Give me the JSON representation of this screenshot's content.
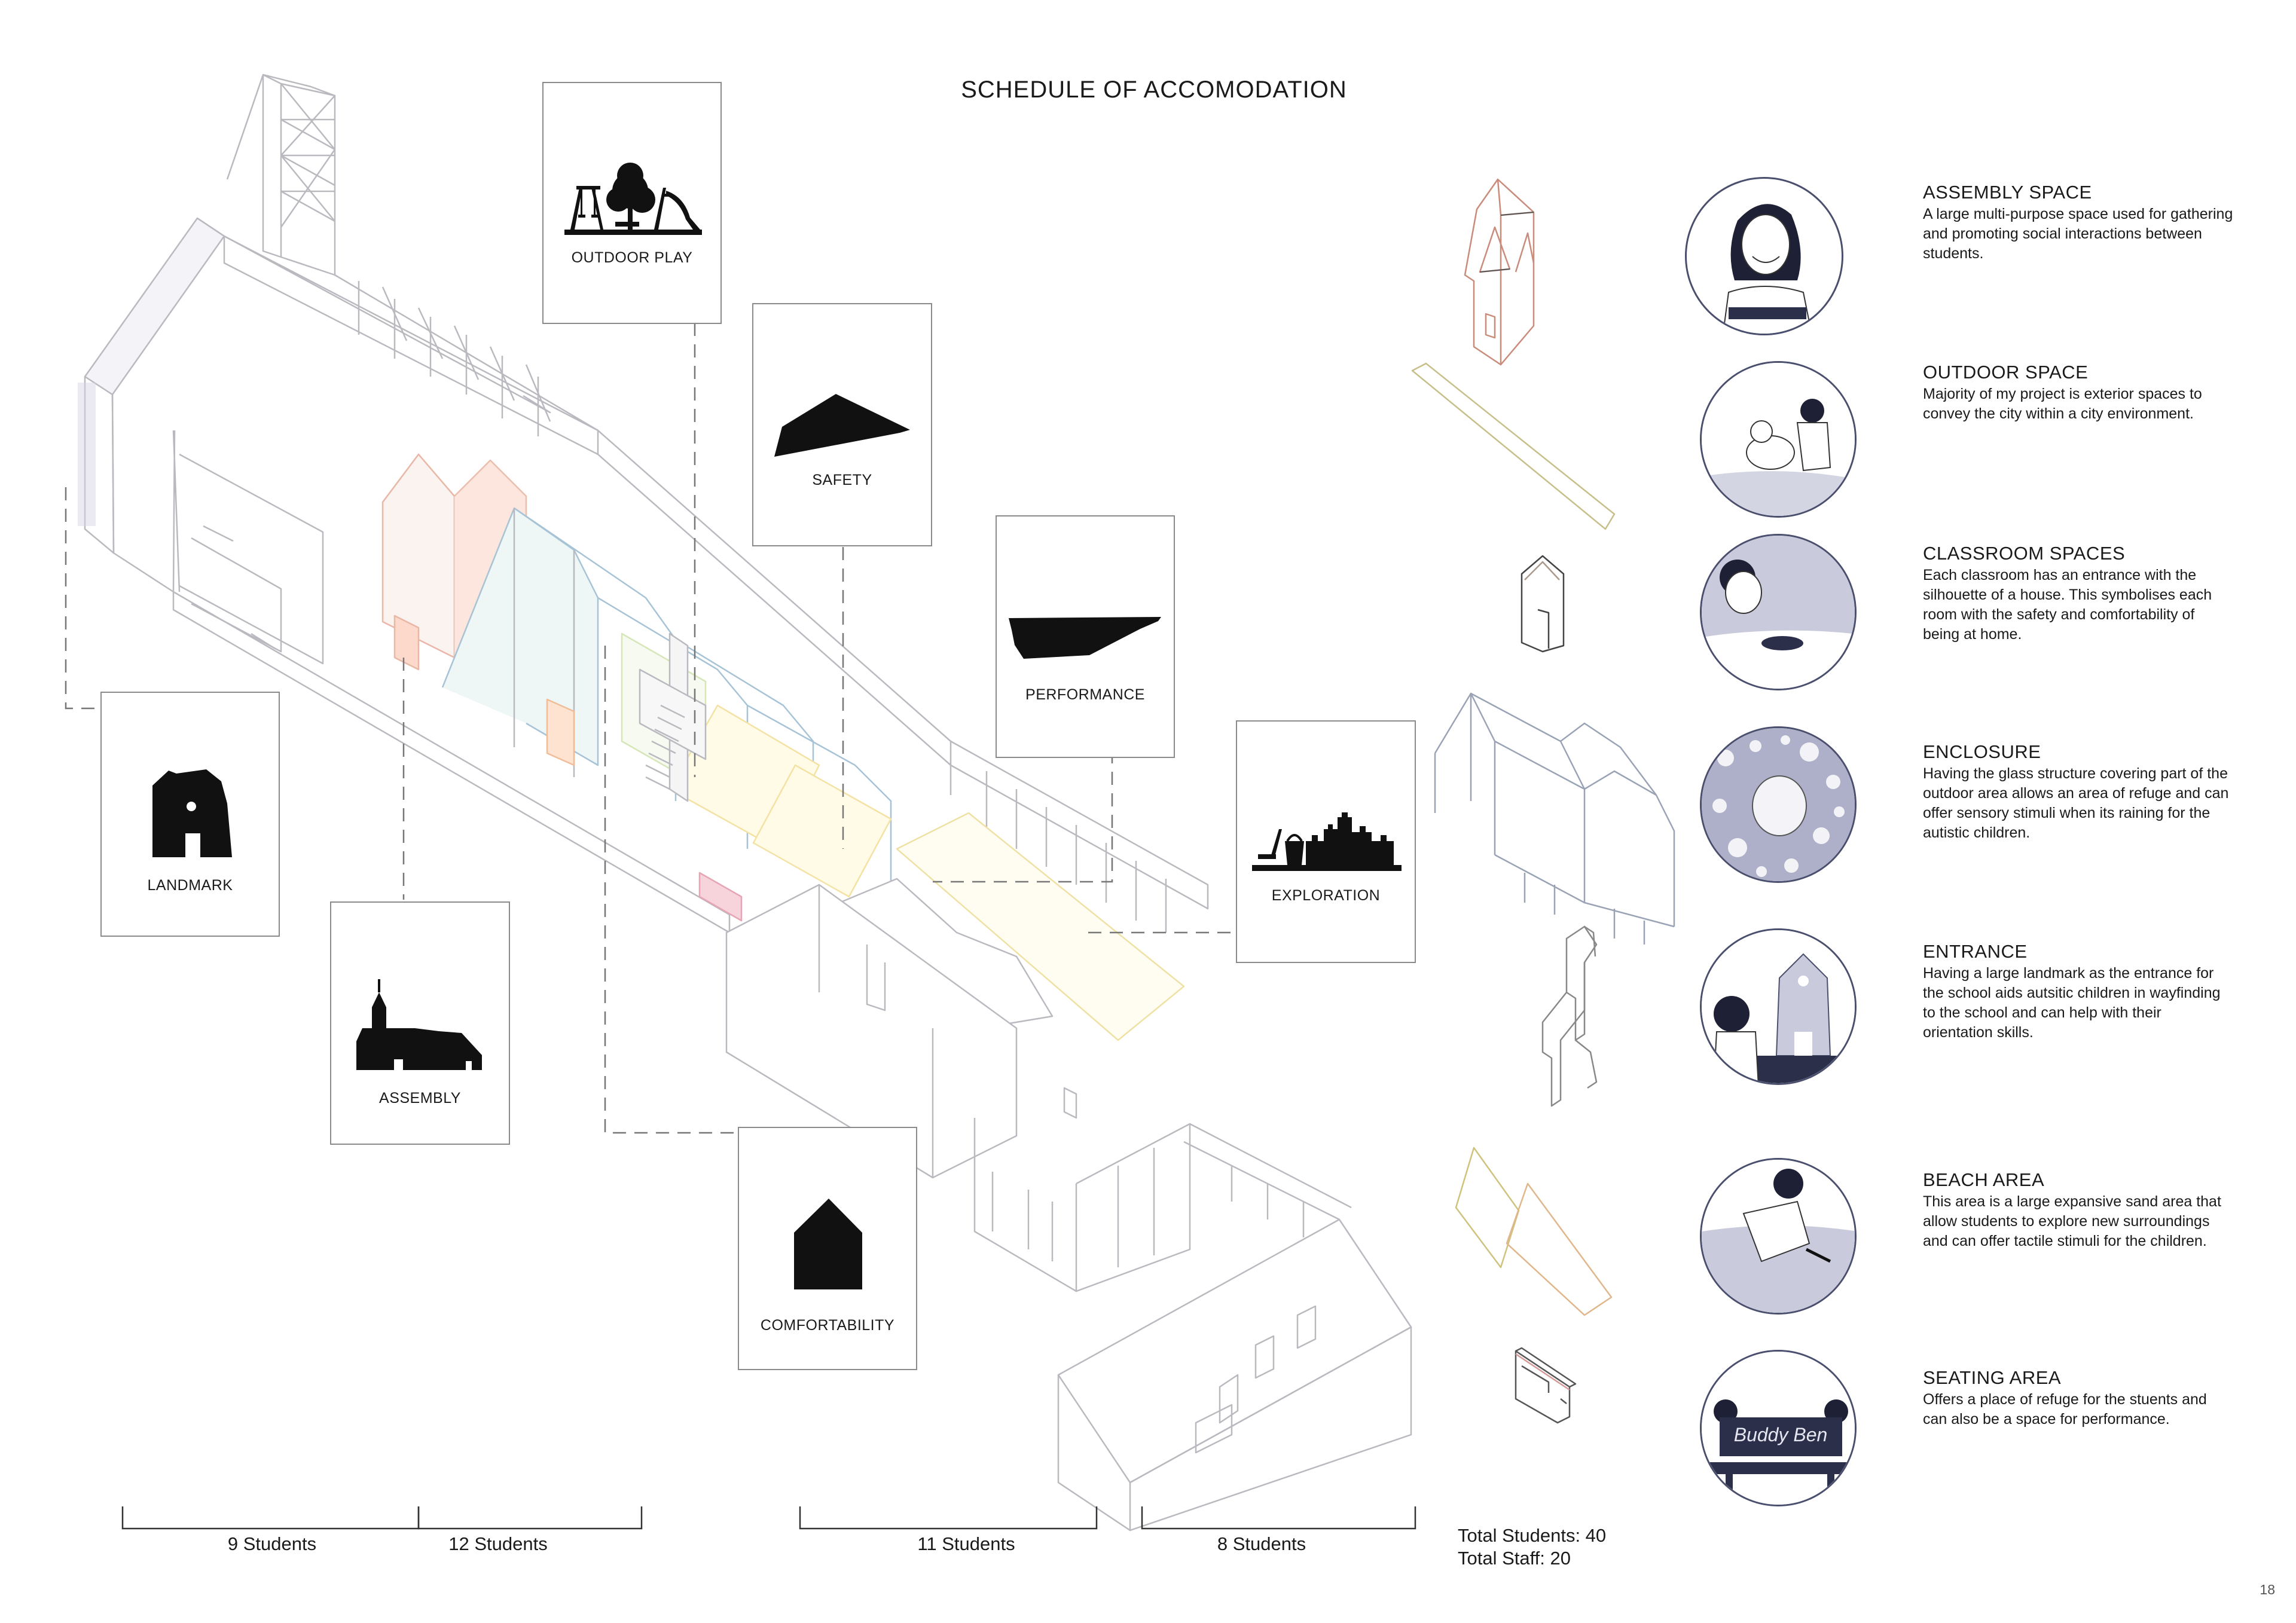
{
  "title": "SCHEDULE OF ACCOMODATION",
  "page_number": "18",
  "icon_cards": [
    {
      "id": "outdoor-play",
      "label": "OUTDOOR PLAY"
    },
    {
      "id": "safety",
      "label": "SAFETY"
    },
    {
      "id": "performance",
      "label": "PERFORMANCE"
    },
    {
      "id": "landmark",
      "label": "LANDMARK"
    },
    {
      "id": "exploration",
      "label": "EXPLORATION"
    },
    {
      "id": "assembly",
      "label": "ASSEMBLY"
    },
    {
      "id": "comfortability",
      "label": "COMFORTABILITY"
    }
  ],
  "brackets": [
    "9 Students",
    "12 Students",
    "11 Students",
    "8 Students"
  ],
  "totals": {
    "students": "Total Students: 40",
    "staff": "Total Staff: 20"
  },
  "spaces": [
    {
      "title": "ASSEMBLY SPACE",
      "text": "A large multi-purpose space used for gathering and promoting social interactions between students."
    },
    {
      "title": "OUTDOOR SPACE",
      "text": "Majority of my project is exterior spaces to convey the city within a city environment."
    },
    {
      "title": "CLASSROOM SPACES",
      "text": "Each classroom has an entrance with the silhouette of a house. This symbolises each room with the safety and comfortability of being at home."
    },
    {
      "title": "ENCLOSURE",
      "text": "Having the glass structure covering part of the outdoor area allows an area of refuge and can offer sensory stimuli when its raining for the autistic children."
    },
    {
      "title": "ENTRANCE",
      "text": "Having a large landmark as the entrance for the school aids autsitic children in wayfinding to the school and can help with their orientation skills."
    },
    {
      "title": "BEACH AREA",
      "text": "This area is a large expansive sand area that allow students to explore new surroundings and can offer tactile stimuli for the children."
    },
    {
      "title": "SEATING AREA",
      "text": "Offers a place of refuge for the stuents and can also be a space for performance."
    }
  ],
  "bench_sign": "Buddy Ben",
  "icons": [
    "playground-icon",
    "roof-icon",
    "stage-icon",
    "landmark-building-icon",
    "sandcastle-icon",
    "church-icon",
    "house-icon"
  ],
  "colors": {
    "line": "#b8b8bf",
    "thumb_fill": "#c9cadb",
    "thumb_stroke": "#4b4f6e",
    "dash": "#777777"
  }
}
